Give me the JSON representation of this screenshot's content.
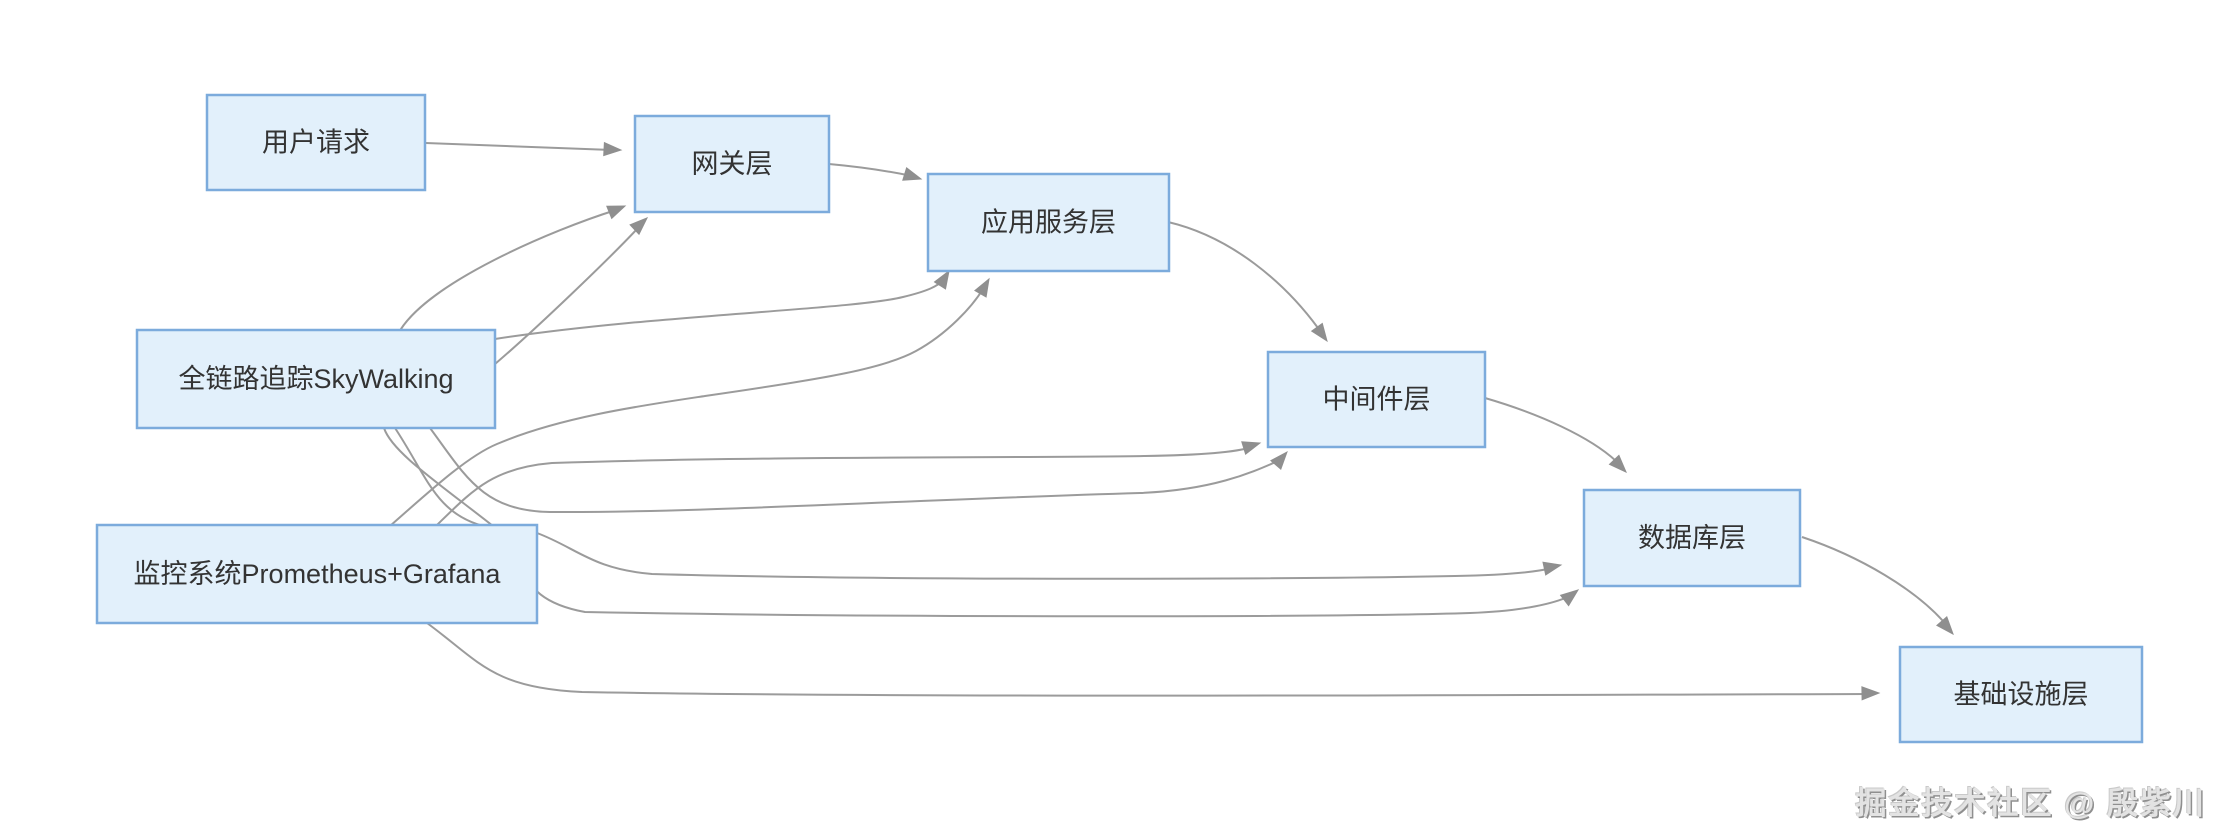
{
  "diagram": {
    "title": "microservice-observability-architecture",
    "nodes": [
      {
        "id": "user-request",
        "label": "用户请求"
      },
      {
        "id": "gateway",
        "label": "网关层"
      },
      {
        "id": "app-service",
        "label": "应用服务层"
      },
      {
        "id": "skywalking",
        "label": "全链路追踪SkyWalking"
      },
      {
        "id": "middleware",
        "label": "中间件层"
      },
      {
        "id": "monitoring",
        "label": "监控系统Prometheus+Grafana"
      },
      {
        "id": "database",
        "label": "数据库层"
      },
      {
        "id": "infrastructure",
        "label": "基础设施层"
      }
    ],
    "edges": [
      {
        "from": "user-request",
        "to": "gateway"
      },
      {
        "from": "gateway",
        "to": "app-service"
      },
      {
        "from": "app-service",
        "to": "middleware"
      },
      {
        "from": "middleware",
        "to": "database"
      },
      {
        "from": "database",
        "to": "infrastructure"
      },
      {
        "from": "skywalking",
        "to": "gateway"
      },
      {
        "from": "skywalking",
        "to": "app-service"
      },
      {
        "from": "skywalking",
        "to": "middleware"
      },
      {
        "from": "skywalking",
        "to": "database"
      },
      {
        "from": "monitoring",
        "to": "gateway"
      },
      {
        "from": "monitoring",
        "to": "app-service"
      },
      {
        "from": "monitoring",
        "to": "middleware"
      },
      {
        "from": "monitoring",
        "to": "database"
      },
      {
        "from": "monitoring",
        "to": "infrastructure"
      }
    ],
    "colors": {
      "node_fill": "#e2f0fb",
      "node_border": "#7cabdc",
      "edge_line": "#9b9b9b",
      "arrowhead": "#8f8f8f",
      "node_text": "#333333",
      "background": "#ffffff"
    }
  },
  "watermark": {
    "text": "掘金技术社区 @ 殷紫川"
  }
}
